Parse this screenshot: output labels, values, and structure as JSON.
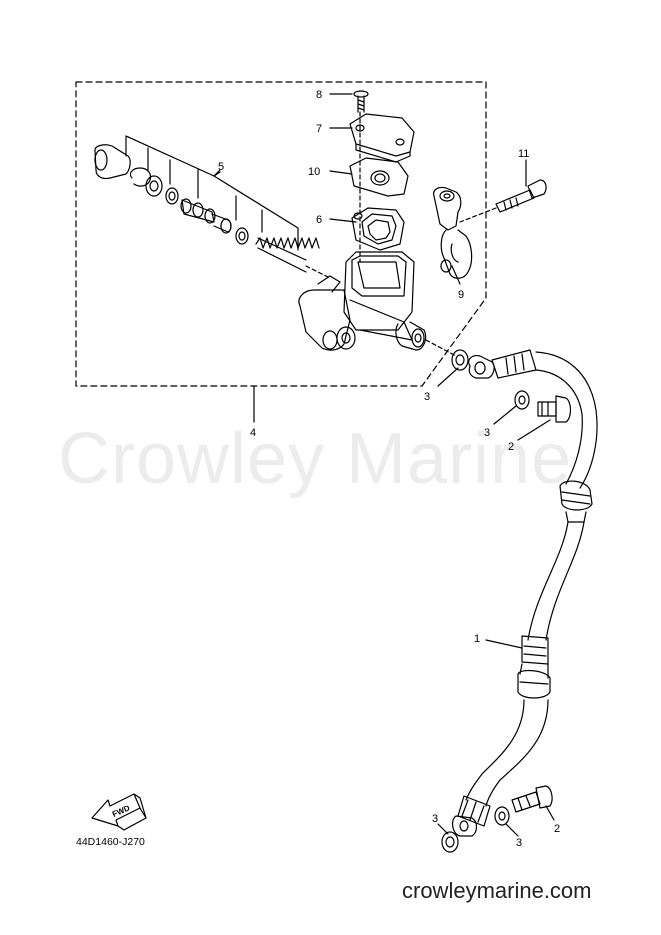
{
  "watermark": "Crowley Marine",
  "website": "crowleymarine.com",
  "diagram_code": "44D1460-J270",
  "fwd_label": "FWD",
  "callouts": {
    "c1": "1",
    "c2a": "2",
    "c2b": "2",
    "c3a": "3",
    "c3b": "3",
    "c3c": "3",
    "c3d": "3",
    "c4": "4",
    "c5": "5",
    "c6": "6",
    "c7": "7",
    "c8": "8",
    "c9": "9",
    "c10": "10",
    "c11": "11"
  }
}
